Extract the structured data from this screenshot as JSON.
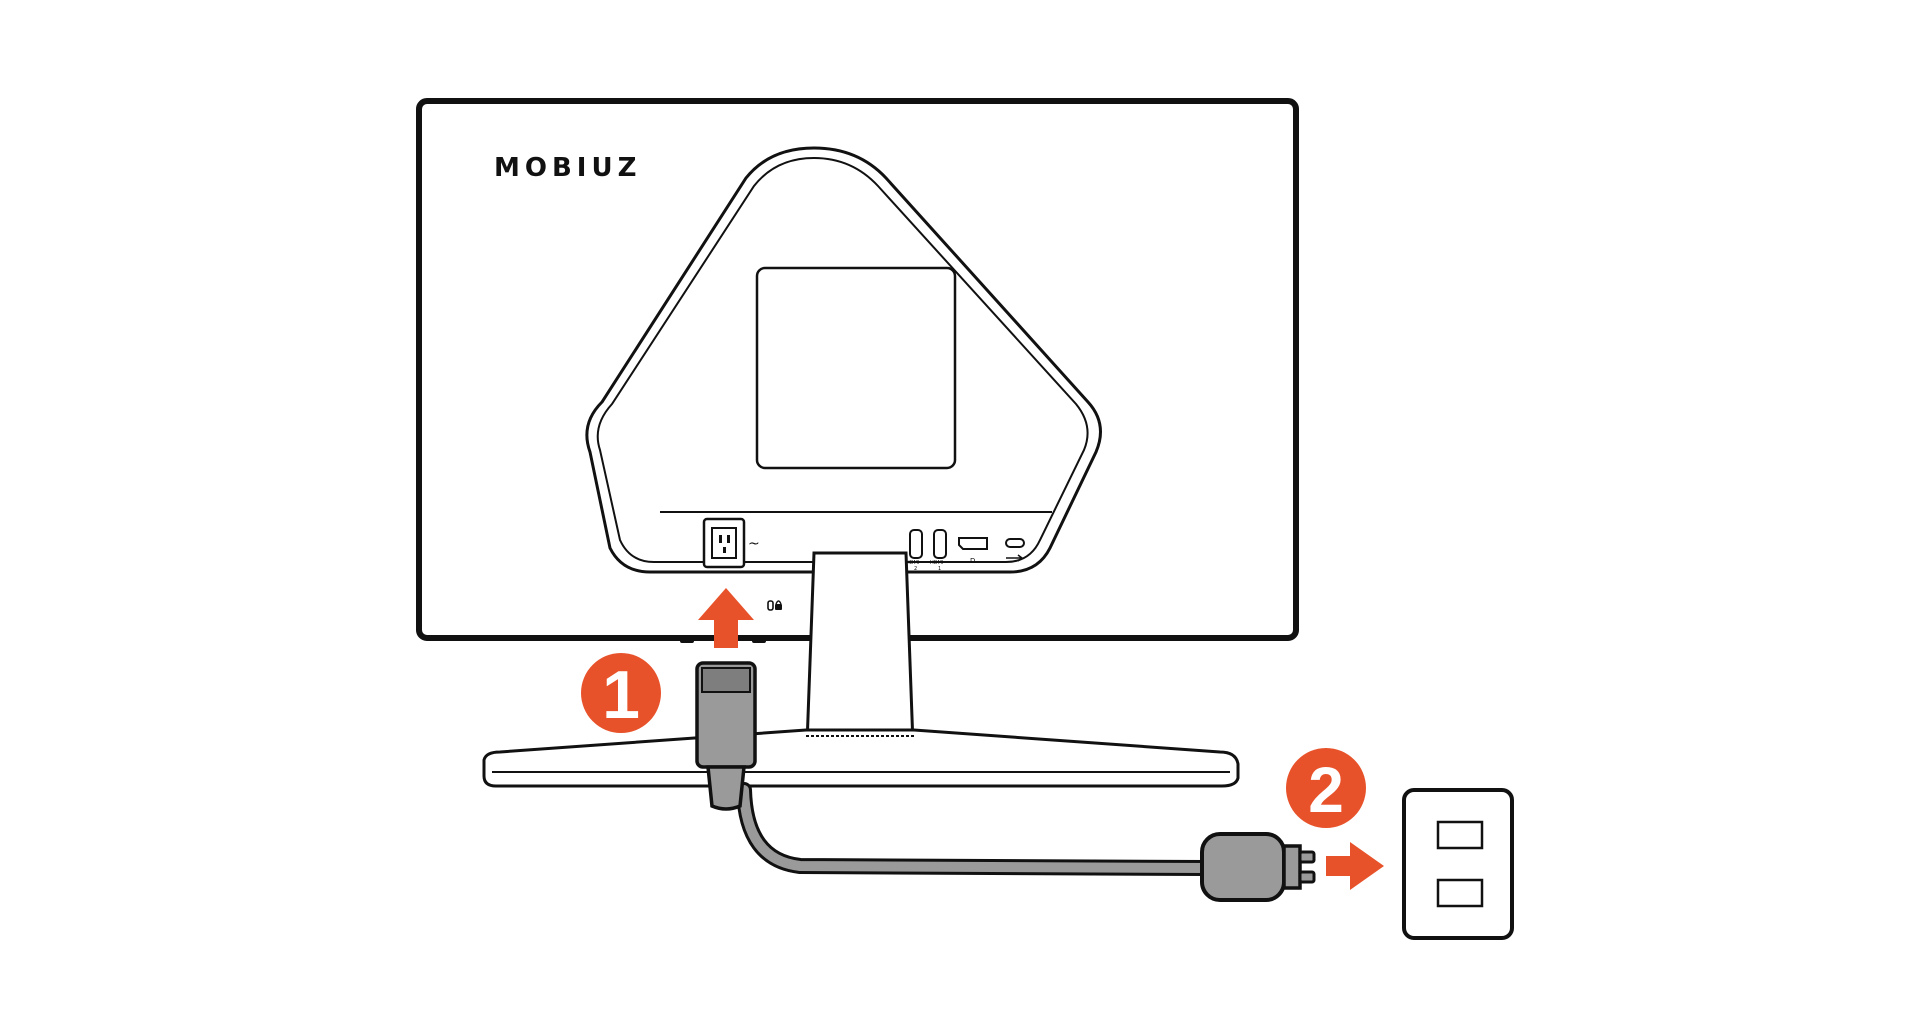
{
  "brand": {
    "logo_text": "MOBIUZ"
  },
  "ports": {
    "power_symbol": "~",
    "hdmi_label": "HDMI",
    "hdmi1_number": "2",
    "hdmi2_number": "1",
    "dp_symbol": "D",
    "usb_symbol": "⭠",
    "lock_symbol": "🔒"
  },
  "steps": [
    {
      "number": "1",
      "action": "connect power cord to monitor AC inlet"
    },
    {
      "number": "2",
      "action": "plug power cord into wall outlet"
    }
  ],
  "colors": {
    "accent": "#e8522a",
    "outline": "#111111",
    "plug_fill": "#9a9a9a",
    "background": "#ffffff"
  },
  "icons": [
    "arrow-up-icon",
    "arrow-right-icon",
    "power-plug-icon",
    "wall-outlet-icon",
    "kensington-lock-icon"
  ]
}
